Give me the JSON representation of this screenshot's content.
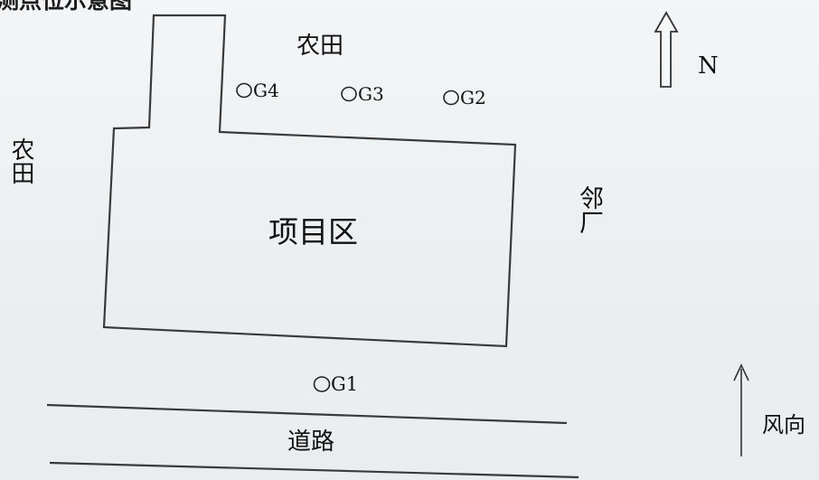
{
  "title_cut": "测点位示意图",
  "labels": {
    "farmland_north": "农田",
    "farmland_west": "农田",
    "project_area": "项目区",
    "neighbor_factory": "邻厂",
    "road": "道路",
    "north": "N",
    "wind_direction": "风向"
  },
  "monitoring_points": [
    {
      "id": "G1",
      "label": "G1"
    },
    {
      "id": "G2",
      "label": "G2"
    },
    {
      "id": "G3",
      "label": "G3"
    },
    {
      "id": "G4",
      "label": "G4"
    }
  ]
}
